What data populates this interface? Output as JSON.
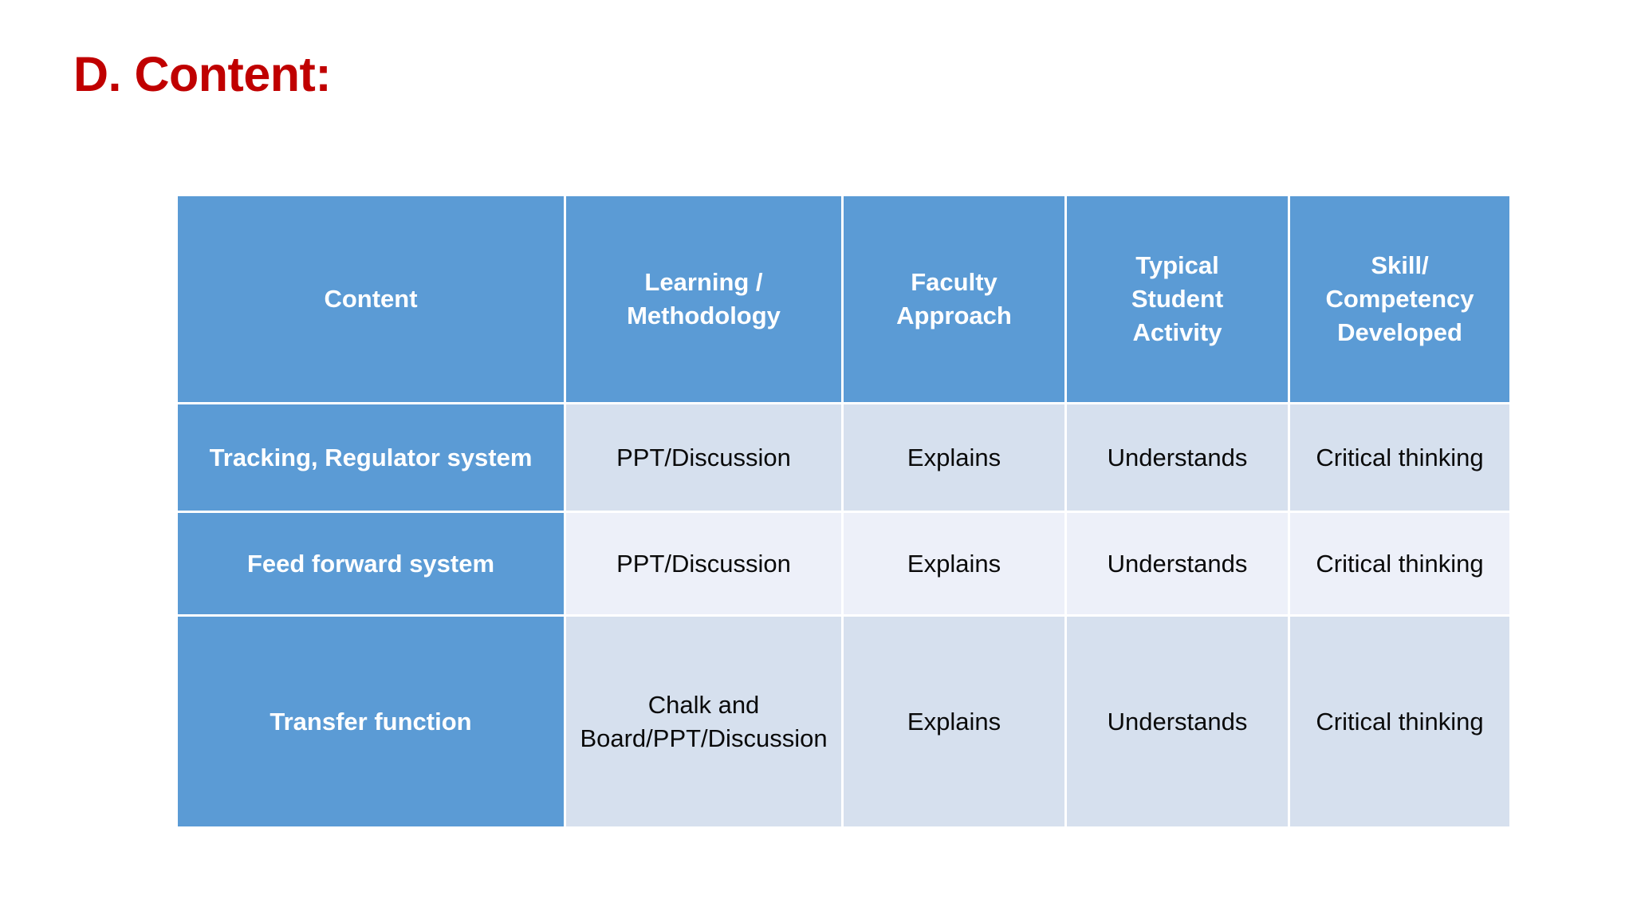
{
  "slide": {
    "title": "D. Content:",
    "title_color": "#C00000",
    "background_color": "#FFFFFF"
  },
  "table": {
    "header_fill": "#5B9BD5",
    "header_text_color": "#FFFFFF",
    "row_fill_odd": "#D6E0EE",
    "row_fill_even": "#EDF0F9",
    "rowheader_fill": "#5B9BD5",
    "columns": [
      {
        "key": "content",
        "label": "Content"
      },
      {
        "key": "learning",
        "label": "Learning /\nMethodology"
      },
      {
        "key": "faculty",
        "label": "Faculty\nApproach"
      },
      {
        "key": "student",
        "label": "Typical\nStudent\nActivity"
      },
      {
        "key": "skill",
        "label": "Skill/\nCompetency\nDeveloped"
      }
    ],
    "header": {
      "col1": "Content",
      "col2_line1": "Learning /",
      "col2_line2": "Methodology",
      "col3_line1": "Faculty",
      "col3_line2": "Approach",
      "col4_line1": "Typical",
      "col4_line2": "Student",
      "col4_line3": "Activity",
      "col5_line1": "Skill/",
      "col5_line2": "Competency",
      "col5_line3": "Developed"
    },
    "rows": [
      {
        "content": "Tracking, Regulator system",
        "learning": "PPT/Discussion",
        "faculty": "Explains",
        "student": "Understands",
        "skill": "Critical thinking"
      },
      {
        "content": "Feed forward system",
        "learning": "PPT/Discussion",
        "faculty": "Explains",
        "student": "Understands",
        "skill": "Critical thinking"
      },
      {
        "content": "Transfer function",
        "learning": "Chalk and Board/PPT/Discussion",
        "faculty": "Explains",
        "student": "Understands",
        "skill": "Critical thinking"
      }
    ]
  }
}
